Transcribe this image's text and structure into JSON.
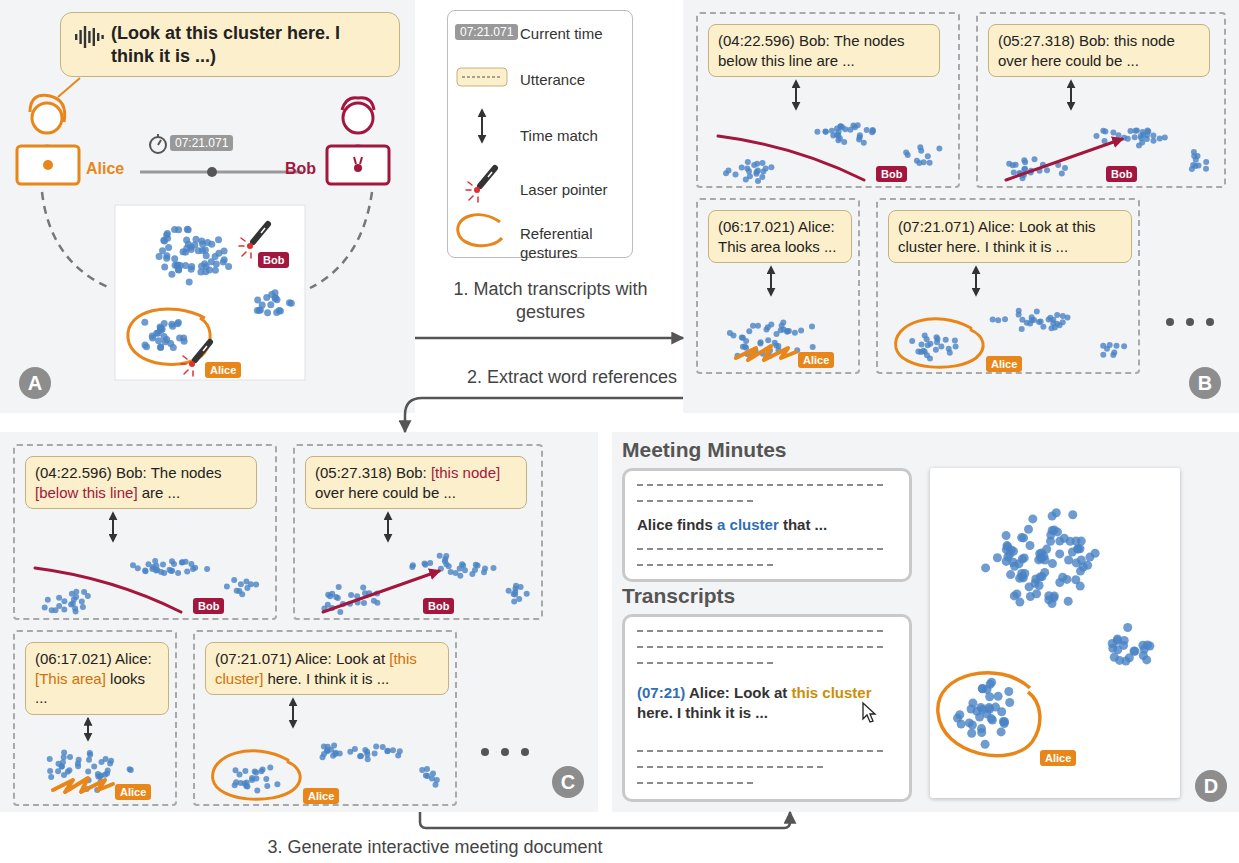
{
  "diagram": {
    "nodes": [
      {
        "text": [
          "A"
        ]
      },
      {
        "text": [
          "(Look at this cluster here. I think it is ...)"
        ],
        "in": 0
      },
      {
        "text": [
          "B"
        ]
      },
      {
        "text": [
          "Bob"
        ],
        "in": 2
      },
      {
        "text": [
          "(04:22.596) Bob: The nodes below this line are ..."
        ],
        "in": 3
      },
      {
        "text": [
          "Bob"
        ],
        "in": 2
      },
      {
        "text": [
          "(05:27.318) Bob: this node over here could be ..."
        ],
        "in": 5
      },
      {
        "text": [
          "Alice"
        ],
        "in": 2
      },
      {
        "text": [
          "(06:17.021) Alice: This area looks ..."
        ],
        "in": 7
      },
      {
        "text": [
          "Alice"
        ],
        "in": 2
      },
      {
        "text": [
          "(07:21.071) Alice: Look at this cluster here. I think it is ..."
        ],
        "in": 9
      },
      {
        "text": [
          "C"
        ]
      },
      {
        "text": [
          "Bob"
        ],
        "in": 11
      },
      {
        "text": [
          "(04:22.596) Bob: The nodes [below this line] are ..."
        ],
        "in": 12
      },
      {
        "text": [
          "Bob"
        ],
        "in": 11
      },
      {
        "text": [
          "(05:27.318) Bob: [this node] over here could be ..."
        ],
        "in": 14
      },
      {
        "text": [
          "Alice"
        ],
        "in": 11
      },
      {
        "text": [
          "(06:17.021) Alice: [This area] looks ..."
        ],
        "in": 16
      },
      {
        "text": [
          "Alice"
        ],
        "in": 11
      },
      {
        "text": [
          "(07:21.071) Alice: Look at [this cluster] here. I think it is ..."
        ],
        "in": 18
      },
      {
        "text": [
          "D"
        ]
      },
      {
        "text": [
          "Meeting Minutes",
          "Alice finds a cluster that ..."
        ],
        "in": 20
      },
      {
        "text": [
          "Transcripts",
          "(07:21) Alice: Look at this cluster here. I think it is ..."
        ],
        "in": 20
      },
      {
        "text": [
          "Alice"
        ],
        "in": 20
      }
    ],
    "edges": [
      {
        "from": 0,
        "to": 2,
        "arrow": "to",
        "label": "1. Match transcripts with gestures"
      },
      {
        "from": 2,
        "to": 11,
        "arrow": "to",
        "label": "2. Extract word references"
      },
      {
        "from": 11,
        "to": 20,
        "arrow": "to",
        "label": "3. Generate interactive meeting document"
      }
    ],
    "labels": [
      "07:21.071",
      "Alice",
      "Bob",
      "Bob",
      "Alice",
      "07:21.071"
    ],
    "legend": [
      {
        "text": "Current time"
      },
      {
        "text": "Utterance"
      },
      {
        "text": "Time match"
      },
      {
        "text": "Laser pointer"
      },
      {
        "text": "Referential gestures"
      }
    ]
  }
}
